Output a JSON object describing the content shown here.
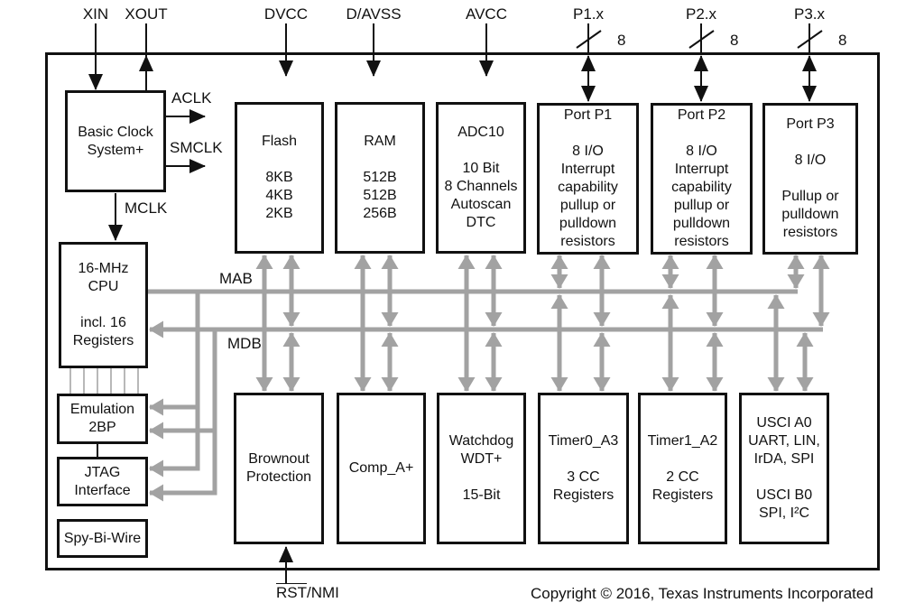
{
  "pins": {
    "xin": "XIN",
    "xout": "XOUT",
    "dvcc": "DVCC",
    "davss": "D/AVSS",
    "avcc": "AVCC",
    "p1": "P1.x",
    "p2": "P2.x",
    "p3": "P3.x",
    "bus_width": "8",
    "rst": "RST",
    "rst_suffix": "/NMI"
  },
  "clocks": {
    "aclk": "ACLK",
    "smclk": "SMCLK",
    "mclk": "MCLK"
  },
  "buses": {
    "mab": "MAB",
    "mdb": "MDB"
  },
  "blocks": {
    "basic_clock": {
      "lines": [
        "Basic Clock",
        "System+"
      ]
    },
    "flash": {
      "lines": [
        "Flash",
        "",
        "8KB",
        "4KB",
        "2KB"
      ]
    },
    "ram": {
      "lines": [
        "RAM",
        "",
        "512B",
        "512B",
        "256B"
      ]
    },
    "adc10": {
      "lines": [
        "ADC10",
        "",
        "10 Bit",
        "8 Channels",
        "Autoscan",
        "DTC"
      ]
    },
    "port_p1": {
      "lines": [
        "Port P1",
        "",
        "8 I/O",
        "Interrupt",
        "capability",
        "pullup or",
        "pulldown",
        "resistors"
      ]
    },
    "port_p2": {
      "lines": [
        "Port P2",
        "",
        "8 I/O",
        "Interrupt",
        "capability",
        "pullup or",
        "pulldown",
        "resistors"
      ]
    },
    "port_p3": {
      "lines": [
        "Port P3",
        "",
        "8 I/O",
        "",
        "Pullup or",
        "pulldown",
        "resistors"
      ]
    },
    "cpu": {
      "lines": [
        "16-MHz",
        "CPU",
        "",
        "incl. 16",
        "Registers"
      ]
    },
    "emulation": {
      "lines": [
        "Emulation",
        "2BP"
      ]
    },
    "jtag": {
      "lines": [
        "JTAG",
        "Interface"
      ]
    },
    "spy_bi_wire": {
      "lines": [
        "Spy-Bi-Wire"
      ]
    },
    "brownout": {
      "lines": [
        "Brownout",
        "Protection"
      ]
    },
    "comp_a": {
      "lines": [
        "Comp_A+"
      ]
    },
    "watchdog": {
      "lines": [
        "Watchdog",
        "WDT+",
        "",
        "15-Bit"
      ]
    },
    "timer0": {
      "lines": [
        "Timer0_A3",
        "",
        "3 CC",
        "Registers"
      ]
    },
    "timer1": {
      "lines": [
        "Timer1_A2",
        "",
        "2 CC",
        "Registers"
      ]
    },
    "usci": {
      "lines": [
        "USCI A0",
        "UART, LIN,",
        "IrDA, SPI",
        "",
        "USCI B0",
        "SPI, I²C"
      ]
    }
  },
  "colors": {
    "line_black": "#111111",
    "bus_gray": "#a2a2a2",
    "link_gray": "#b8b8b8"
  },
  "footer": {
    "copyright": "Copyright © 2016, Texas Instruments Incorporated"
  }
}
